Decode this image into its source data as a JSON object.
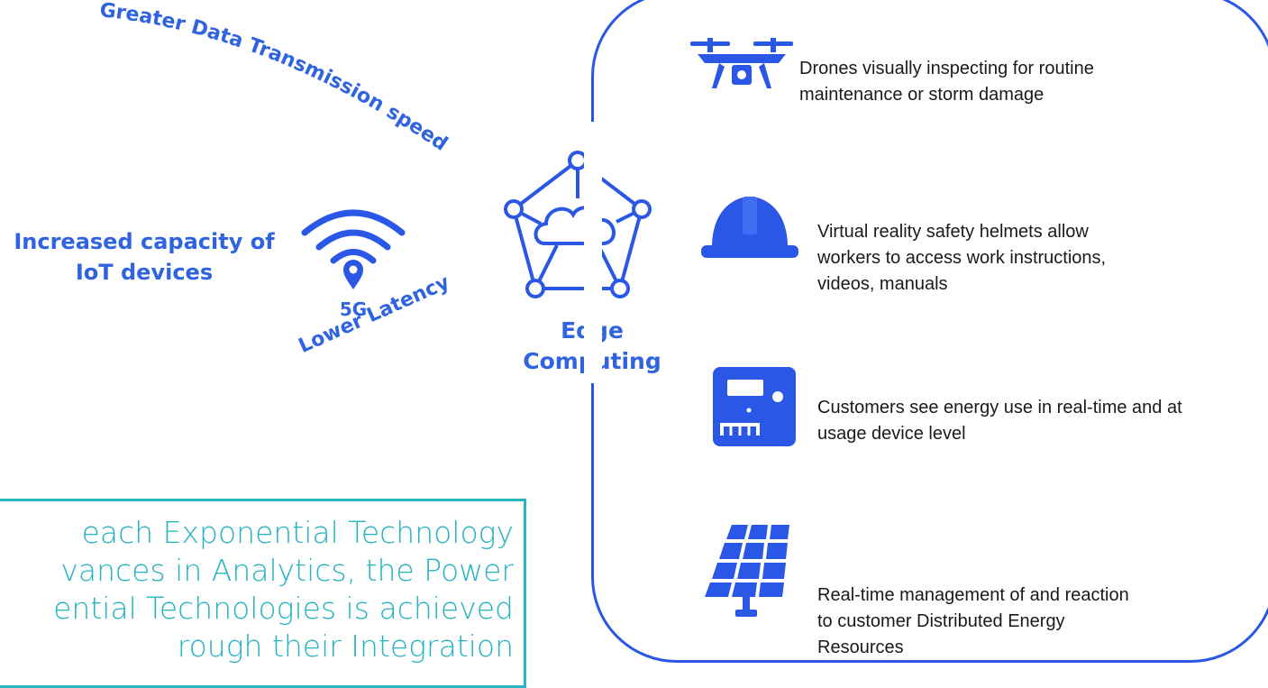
{
  "curved_label": "Greater Data Transmission speed",
  "capacity_label": "Increased capacity of IoT devices",
  "fiveg": {
    "label": "5G",
    "icon": "wifi-location-icon"
  },
  "latency_label": "Lower Latency",
  "edge": {
    "label": "Edge Computing",
    "icon": "cloud-network-icon"
  },
  "applications": [
    {
      "icon": "drone-icon",
      "text": "Drones visually inspecting for routine maintenance or storm damage"
    },
    {
      "icon": "hard-hat-icon",
      "text": "Virtual reality safety helmets allow workers to access work instructions, videos, manuals"
    },
    {
      "icon": "smart-meter-icon",
      "text": "Customers see energy use in real-time and at usage device level"
    },
    {
      "icon": "solar-panel-icon",
      "text": "Real-time management of and reaction to customer Distributed Energy Resources"
    }
  ],
  "quote_lines": [
    "each Exponential Technology",
    "vances in Analytics, the Power",
    "ential Technologies is achieved",
    "rough their Integration"
  ],
  "colors": {
    "accent_blue": "#2f63e0",
    "panel_border": "#2a57e6",
    "quote_teal": "#24b3c0"
  }
}
